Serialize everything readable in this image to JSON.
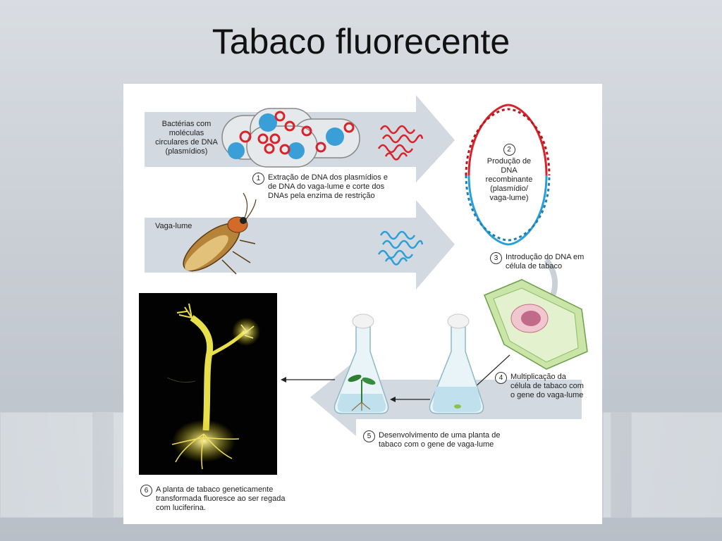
{
  "slide": {
    "title": "Tabaco fluorecente"
  },
  "diagram": {
    "bacteria_label": "Bactérias com moléculas circulares de DNA (plasmídios)",
    "firefly_label": "Vaga-lume",
    "step1": {
      "number": "1",
      "text": "Extração de DNA dos plasmídios e de DNA do vaga-lume e corte dos DNAs pela enzima de restrição"
    },
    "step2": {
      "number": "2",
      "text": "Produção de DNA recombinante (plasmídio/ vaga-lume)"
    },
    "step3": {
      "number": "3",
      "text": "Introdução do DNA em célula de tabaco"
    },
    "step4": {
      "number": "4",
      "text": "Multiplicação da célula de tabaco com o gene do vaga-lume"
    },
    "step5": {
      "number": "5",
      "text": "Desenvolvimento de uma planta de tabaco com o gene de vaga-lume"
    },
    "step6": {
      "number": "6",
      "text": "A planta de tabaco geneticamente transformada fluoresce ao ser regada com luciferina."
    },
    "colors": {
      "plasmid_dna": "#d8232a",
      "firefly_dna": "#2a9fd8",
      "arrow": "#cfd6de",
      "cell_green": "#b8dc8a",
      "glow": "#e8e04a"
    }
  }
}
